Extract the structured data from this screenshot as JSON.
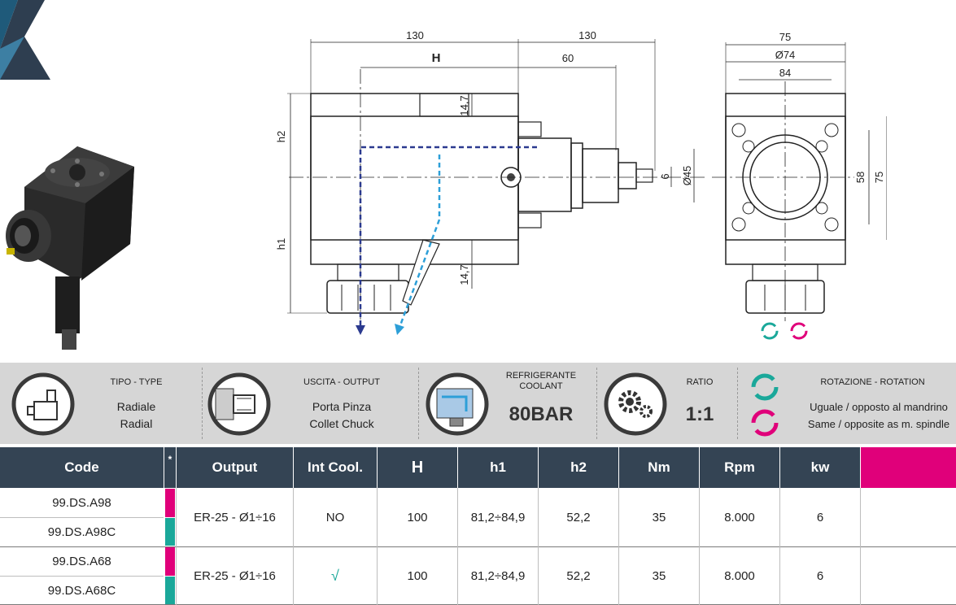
{
  "colors": {
    "navy": "#344454",
    "magenta": "#e0007a",
    "teal": "#1aa89a",
    "band": "#d6d6d6",
    "blue_path": "#2b3a8f",
    "cyan_path": "#2d9fd8"
  },
  "dimensions": {
    "top_left": "130",
    "top_right": "130",
    "h_label": "H",
    "d60": "60",
    "d14_7_top": "14,7",
    "d14_7_bot": "14,7",
    "h2": "h2",
    "h1": "h1",
    "d6": "6",
    "d45": "Ø45",
    "side_75_top": "75",
    "side_74": "Ø74",
    "side_84": "84",
    "side_58": "58",
    "side_75_right": "75"
  },
  "band": {
    "type_caption": "TIPO - TYPE",
    "type_line1": "Radiale",
    "type_line2": "Radial",
    "output_caption": "USCITA  - OUTPUT",
    "output_line1": "Porta Pinza",
    "output_line2": "Collet Chuck",
    "coolant_caption1": "REFRIGERANTE",
    "coolant_caption2": "COOLANT",
    "coolant_value": "80BAR",
    "ratio_caption": "RATIO",
    "ratio_value": "1:1",
    "rotation_caption": "ROTAZIONE - ROTATION",
    "rotation_line1": "Uguale / opposto al mandrino",
    "rotation_line2": "Same / opposite as m. spindle"
  },
  "table": {
    "headers": {
      "code": "Code",
      "star": "*",
      "output": "Output",
      "intcool": "Int Cool.",
      "H": "H",
      "h1": "h1",
      "h2": "h2",
      "nm": "Nm",
      "rpm": "Rpm",
      "kw": "kw"
    },
    "groups": [
      {
        "codes": [
          "99.DS.A98",
          "99.DS.A98C"
        ],
        "output": "ER-25 - Ø1÷16",
        "intcool": "NO",
        "H": "100",
        "h1": "81,2÷84,9",
        "h2": "52,2",
        "nm": "35",
        "rpm": "8.000",
        "kw": "6"
      },
      {
        "codes": [
          "99.DS.A68",
          "99.DS.A68C"
        ],
        "output": "ER-25 - Ø1÷16",
        "intcool": "√",
        "H": "100",
        "h1": "81,2÷84,9",
        "h2": "52,2",
        "nm": "35",
        "rpm": "8.000",
        "kw": "6"
      }
    ]
  }
}
